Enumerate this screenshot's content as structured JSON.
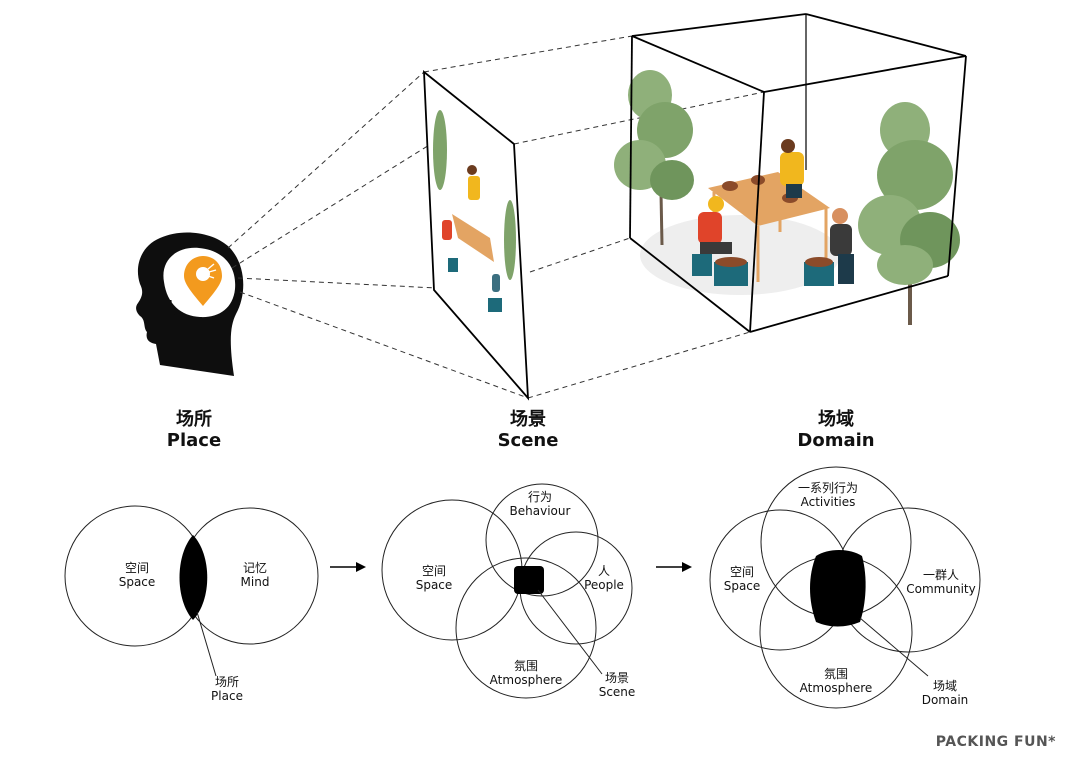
{
  "headings": {
    "place": {
      "zh": "场所",
      "en": "Place"
    },
    "scene": {
      "zh": "场景",
      "en": "Scene"
    },
    "domain": {
      "zh": "场域",
      "en": "Domain"
    }
  },
  "venn_place": {
    "space": {
      "zh": "空间",
      "en": "Space"
    },
    "mind": {
      "zh": "记忆",
      "en": "Mind"
    },
    "result": {
      "zh": "场所",
      "en": "Place"
    }
  },
  "venn_scene": {
    "behaviour": {
      "zh": "行为",
      "en": "Behaviour"
    },
    "space": {
      "zh": "空间",
      "en": "Space"
    },
    "people": {
      "zh": "人",
      "en": "People"
    },
    "atmosphere": {
      "zh": "氛围",
      "en": "Atmosphere"
    },
    "result": {
      "zh": "场景",
      "en": "Scene"
    }
  },
  "venn_domain": {
    "activities": {
      "zh": "一系列行为",
      "en": "Activities"
    },
    "space": {
      "zh": "空间",
      "en": "Space"
    },
    "community": {
      "zh": "一群人",
      "en": "Community"
    },
    "atmosphere": {
      "zh": "氛围",
      "en": "Atmosphere"
    },
    "result": {
      "zh": "场域",
      "en": "Domain"
    }
  },
  "brand": "PACKING FUN*",
  "colors": {
    "pin": "#f39a1e",
    "ink": "#111111",
    "tree": "#7fa36a",
    "shirt_yellow": "#f1b71e",
    "shirt_red": "#e0442a",
    "table": "#e3a463",
    "stool": "#1d6a7a"
  }
}
